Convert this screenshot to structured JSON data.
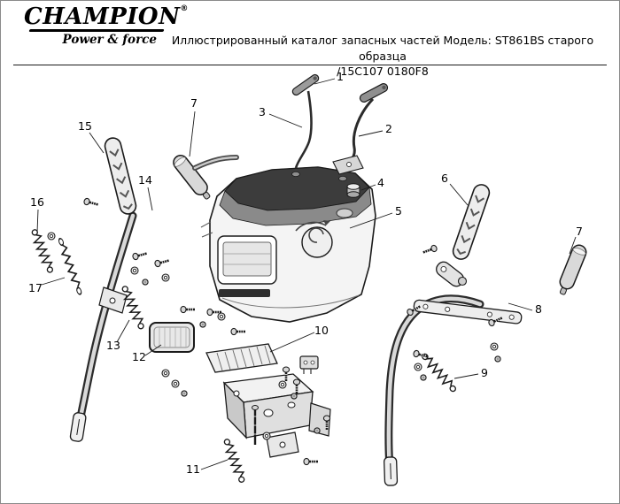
{
  "logo": {
    "brand": "CHAMPION",
    "registered": "®",
    "tagline": "Power & force"
  },
  "header": {
    "title_line1": "Иллюстрированный каталог запасных частей Модель: ST861BS старого образца",
    "title_line2": "/15C107 0180F8"
  },
  "diagram": {
    "callouts": [
      "1",
      "2",
      "3",
      "4",
      "5",
      "6",
      "7",
      "7",
      "8",
      "9",
      "10",
      "11",
      "12",
      "13",
      "14",
      "15",
      "16",
      "17"
    ]
  }
}
